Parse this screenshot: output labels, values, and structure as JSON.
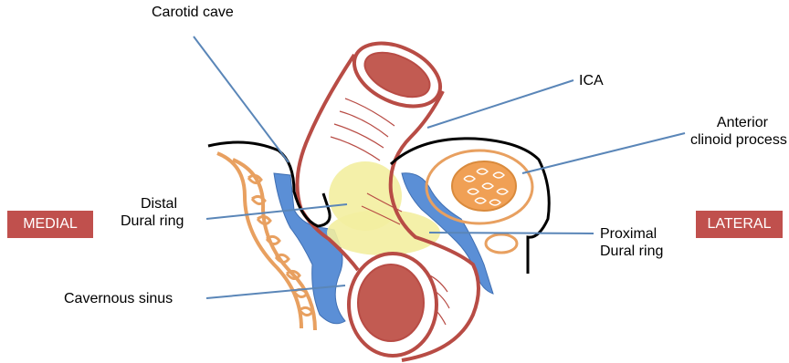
{
  "labels": {
    "carotid_cave": "Carotid cave",
    "ica": "ICA",
    "anterior_clinoid_line1": "Anterior",
    "anterior_clinoid_line2": "clinoid process",
    "distal_line1": "Distal",
    "distal_line2": "Dural ring",
    "proximal_line1": "Proximal",
    "proximal_line2": "Dural ring",
    "cavernous_sinus": "Cavernous sinus"
  },
  "orientation": {
    "medial": "MEDIAL",
    "lateral": "LATERAL"
  },
  "colors": {
    "artery_wall": "#b84c45",
    "artery_lumen": "#c25b52",
    "dura_line": "#000000",
    "cavernous_sinus": "#5b8fd6",
    "dural_ring_fill": "#f3eea0",
    "bone_outline": "#e8a060",
    "clinoid_fill": "#f0a055",
    "pointer_line": "#5a86b8",
    "side_box": "#c0504d"
  }
}
